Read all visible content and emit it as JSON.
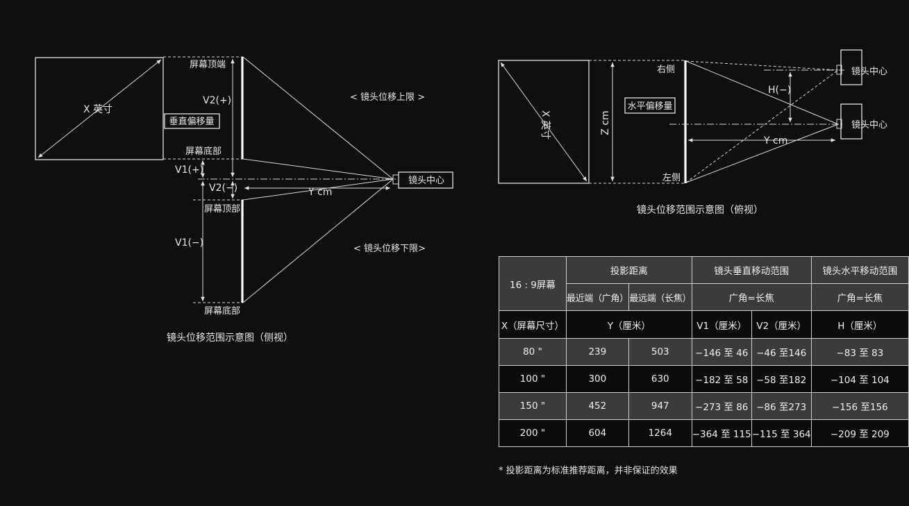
{
  "side_view": {
    "screen_diag_label": "X 英寸",
    "v_offset_box": "垂直偏移量",
    "top_end": "屏幕顶端",
    "bottom_upper": "屏幕底部",
    "top_lower": "屏幕顶部",
    "bottom_end": "屏幕底部",
    "v2_plus": "V2(+)",
    "v1_plus": "V1(+)",
    "v2_minus": "V2(−)",
    "v1_minus": "V1(−)",
    "y_cm": "Y cm",
    "lens_center": "镜头中心",
    "upper_limit": "< 镜头位移上限 >",
    "lower_limit": "< 镜头位移下限>",
    "caption": "镜头位移范围示意图（侧视）"
  },
  "top_view": {
    "screen_diag_label": "X 英寸",
    "z_cm": "Z cm",
    "h_offset_box": "水平偏移量",
    "right_side": "右侧",
    "left_side": "左侧",
    "h_minus": "H(−)",
    "y_cm": "Y cm",
    "lens_center_1": "镜头中心",
    "lens_center_2": "镜头中心",
    "caption": "镜头位移范围示意图（俯视）"
  },
  "table": {
    "screen_ratio": "16 : 9屏幕",
    "throw_distance": "投影距离",
    "vertical_range": "镜头垂直移动范围",
    "horizontal_range": "镜头水平移动范围",
    "nearest_wide": "最近端（广角）",
    "farthest_tele": "最远端（长焦）",
    "wide_eq_tele_v": "广角=长焦",
    "wide_eq_tele_h": "广角=长焦",
    "col_x": "X（屏幕尺寸）",
    "col_y": "Y（厘米）",
    "col_v1": "V1（厘米）",
    "col_v2": "V2（厘米）",
    "col_h": "H（厘米）",
    "rows": [
      {
        "x": "80 \"",
        "y_near": "239",
        "y_far": "503",
        "v1": "−146 至 46",
        "v2": "−46 至146",
        "h": "−83 至 83"
      },
      {
        "x": "100 \"",
        "y_near": "300",
        "y_far": "630",
        "v1": "−182 至 58",
        "v2": "−58 至182",
        "h": "−104 至 104"
      },
      {
        "x": "150 \"",
        "y_near": "452",
        "y_far": "947",
        "v1": "−273 至 86",
        "v2": "−86 至273",
        "h": "−156 至156"
      },
      {
        "x": "200 \"",
        "y_near": "604",
        "y_far": "1264",
        "v1": "−364 至 115",
        "v2": "−115 至 364",
        "h": "−209 至 209"
      }
    ]
  },
  "footnote": "* 投影距离为标准推荐距离，并非保证的效果"
}
